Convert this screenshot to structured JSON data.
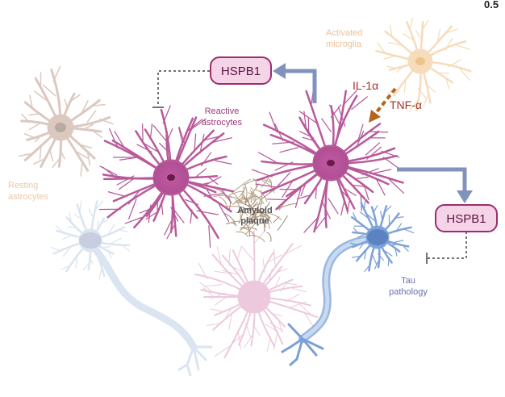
{
  "corner_label": "0.5",
  "labels": {
    "activated_microglia": [
      "Activated",
      "microglia"
    ],
    "reactive_astrocytes": [
      "Reactive",
      "astrocytes"
    ],
    "resting_astrocytes": [
      "Resting",
      "astrocytes"
    ],
    "amyloid_plaque": [
      "Amyloid",
      "plaque"
    ],
    "tau_pathology": [
      "Tau",
      "pathology"
    ],
    "il1a": "IL-1α",
    "tnfa": "TNF-α",
    "hspb1_top": "HSPB1",
    "hspb1_right": "HSPB1"
  },
  "colors": {
    "reactive_astrocyte": "#b04f93",
    "resting_astrocyte": "#d8c3ba",
    "microglia": "#f4d1a8",
    "neuron_light": "#cfdcea",
    "neuron_tau": "#6f94cf",
    "plaque": "#b5a086",
    "hspb1_box_fill": "#f6d4e8",
    "hspb1_box_stroke": "#9b2d6e",
    "arrow_blue": "#8192bd",
    "cytokine_text": "#a33326",
    "cytokine_arrow": "#b5651d"
  }
}
